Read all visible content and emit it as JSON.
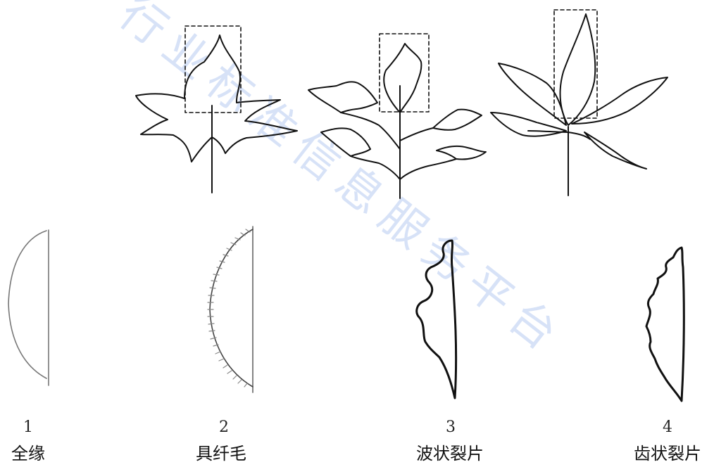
{
  "watermark": "行业标准信息服务平台",
  "items": [
    {
      "number": "1",
      "label": "全缘"
    },
    {
      "number": "2",
      "label": "具纤毛"
    },
    {
      "number": "3",
      "label": "波状裂片"
    },
    {
      "number": "4",
      "label": "齿状裂片"
    }
  ]
}
